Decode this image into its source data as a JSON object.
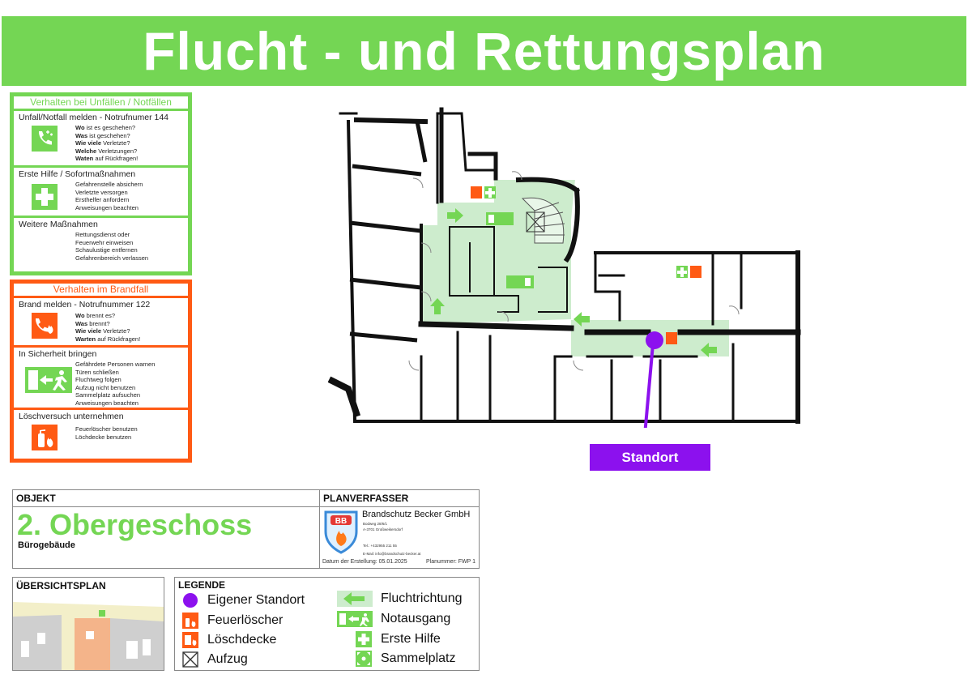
{
  "title": "Flucht - und Rettungsplan",
  "colors": {
    "green": "#74d654",
    "red": "#ff5a14",
    "purple": "#8c11ee",
    "zone": "#cdeccd"
  },
  "accidents": {
    "title": "Verhalten bei Unfällen / Notfällen",
    "sections": [
      {
        "title": "Unfall/Notfall melden - Notrufnumer 144",
        "icon": "phone-icon",
        "lines": [
          [
            "Wo",
            " ist es geschehen?"
          ],
          [
            "Was",
            " ist geschehen?"
          ],
          [
            "Wie viele",
            " Verletzte?"
          ],
          [
            "Welche",
            " Verletzungen?"
          ],
          [
            "Waten",
            " auf Rückfragen!"
          ]
        ]
      },
      {
        "title": "Erste Hilfe / Sofortmaßnahmen",
        "icon": "first-aid-icon",
        "lines": [
          [
            "",
            "Gefahrenstelle absichern"
          ],
          [
            "",
            "Verletzte versorgen"
          ],
          [
            "",
            "Ersthelfer anfordern"
          ],
          [
            "",
            "Anweisungen beachten"
          ]
        ]
      },
      {
        "title": "Weitere Maßnahmen",
        "icon": "",
        "lines": [
          [
            "",
            "Rettungsdienst oder"
          ],
          [
            "",
            "Feuerwehr einweisen"
          ],
          [
            "",
            "Schaulustige entfernen"
          ],
          [
            "",
            "Gefahrenbereich verlassen"
          ]
        ]
      }
    ]
  },
  "fire": {
    "title": "Verhalten im Brandfall",
    "sections": [
      {
        "title": "Brand melden - Notrufnummer 122",
        "icon": "fire-phone-icon",
        "lines": [
          [
            "Wo",
            " brennt es?"
          ],
          [
            "Was",
            " brennt?"
          ],
          [
            "Wie viele",
            " Verletzte?"
          ],
          [
            "Warten",
            " auf Rückfragen!"
          ]
        ]
      },
      {
        "title": "In Sicherheit bringen",
        "icon": "exit-icon",
        "lines": [
          [
            "",
            "Gefährdete Personen warnen"
          ],
          [
            "",
            "Türen schließen"
          ],
          [
            "",
            "Fluchtweg folgen"
          ],
          [
            "",
            "Aufzug nicht benutzen"
          ],
          [
            "",
            "Sammelplatz aufsuchen"
          ],
          [
            "",
            "Anweisungen beachten"
          ]
        ]
      },
      {
        "title": "Löschversuch unternehmen",
        "icon": "extinguisher-icon",
        "lines": [
          [
            "",
            "Feuerlöscher benutzen"
          ],
          [
            "",
            "Löchdecke benutzen"
          ]
        ]
      }
    ]
  },
  "standort_label": "Standort",
  "objekt": {
    "label": "OBJEKT",
    "floor": "2. Obergeschoss",
    "building": "Bürogebäude"
  },
  "planverfasser": {
    "label": "PLANVERFASSER",
    "company": "Brandschutz Becker GmbH",
    "logo_text": "BB",
    "address1": "Bodweg 28/6/1",
    "address2": "A-3701 Großweikersdorf",
    "tel": "Tel.: +432955 211 55",
    "email": "E-Mail: info@brandschutz-becker.at",
    "date": "Datum der Erstellung: 05.01.2025",
    "plannr": "Planummer: FWP 1"
  },
  "overview": {
    "label": "ÜBERSICHTSPLAN"
  },
  "legend": {
    "label": "LEGENDE",
    "items": [
      {
        "text": "Eigener Standort",
        "icon": "standort-dot-icon"
      },
      {
        "text": "Feuerlöscher",
        "icon": "extinguisher-icon"
      },
      {
        "text": "Löschdecke",
        "icon": "fire-blanket-icon"
      },
      {
        "text": "Aufzug",
        "icon": "elevator-icon"
      },
      {
        "text": "Fluchtrichtung",
        "icon": "escape-arrow-icon"
      },
      {
        "text": "Notausgang",
        "icon": "emergency-exit-icon"
      },
      {
        "text": "Erste Hilfe",
        "icon": "first-aid-icon"
      },
      {
        "text": "Sammelplatz",
        "icon": "assembly-point-icon"
      }
    ]
  }
}
